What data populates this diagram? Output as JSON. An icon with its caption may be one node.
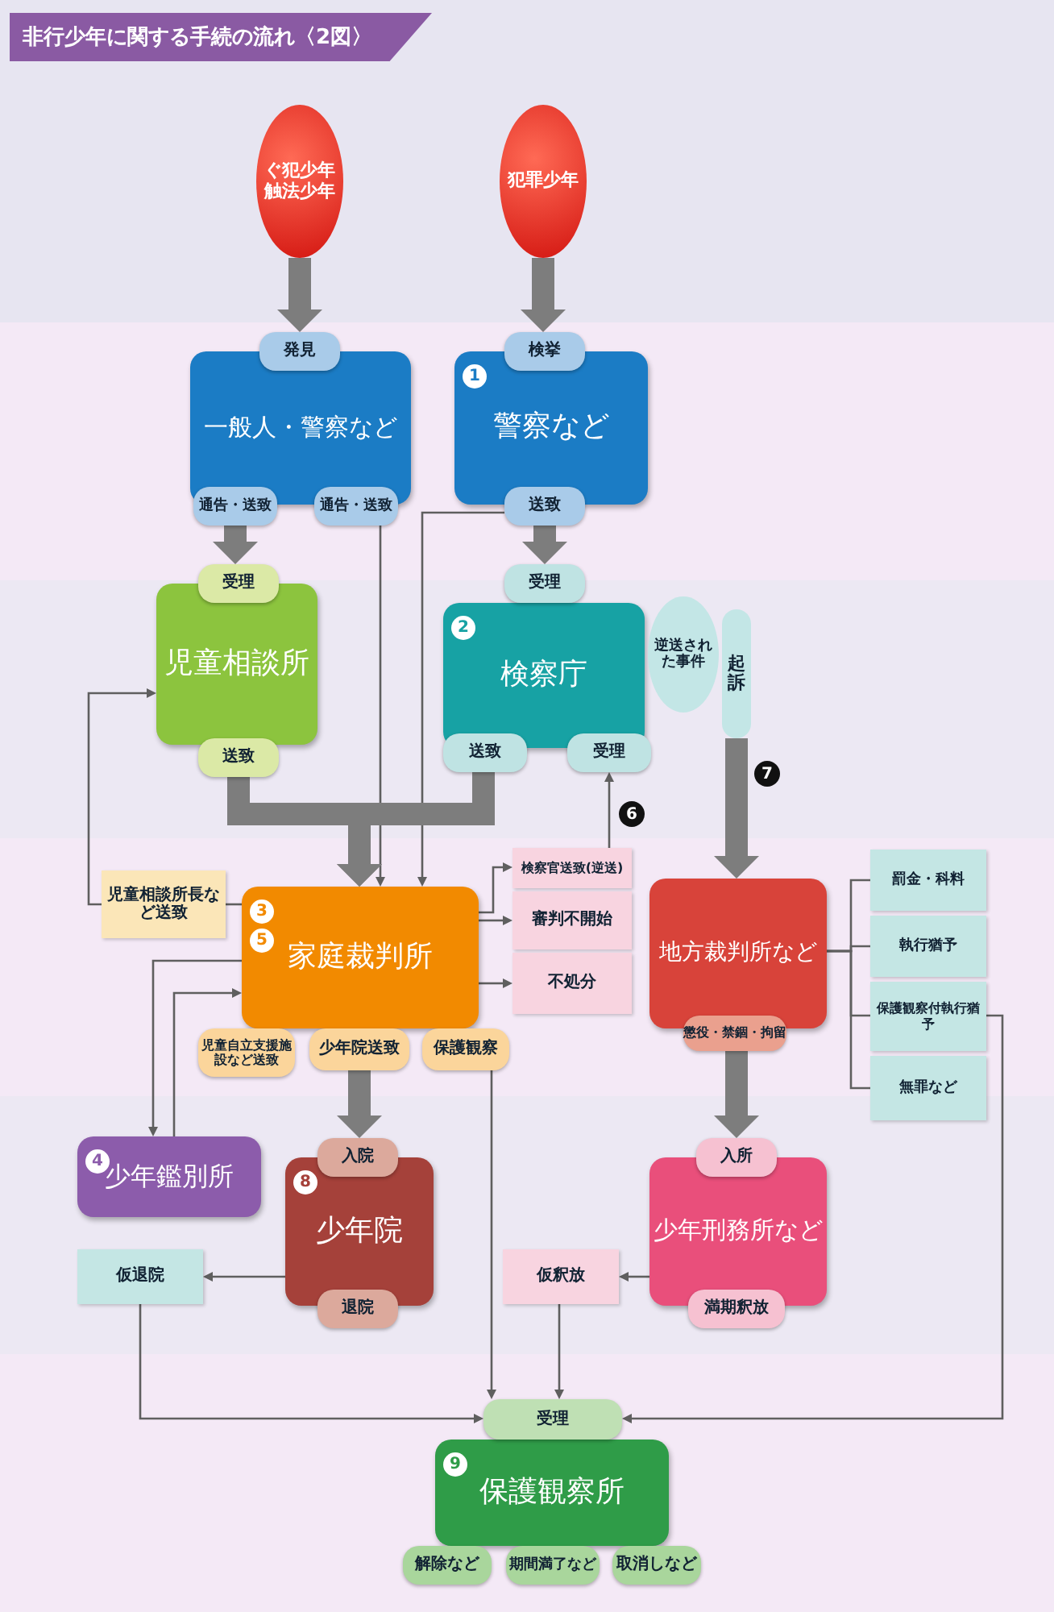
{
  "diagram": {
    "title": "非行少年に関する手続の流れ〈2図〉",
    "nodes": [
      {
        "text": [
          "ぐ犯少年",
          "触法少年"
        ]
      },
      {
        "text": [
          "犯罪少年"
        ]
      },
      {
        "text": [
          "発見"
        ]
      },
      {
        "text": [
          "一般人・警察など"
        ]
      },
      {
        "text": [
          "通告・送致"
        ]
      },
      {
        "text": [
          "通告・送致"
        ]
      },
      {
        "text": [
          "検挙"
        ]
      },
      {
        "text": [
          "1",
          "警察など"
        ]
      },
      {
        "text": [
          "送致"
        ]
      },
      {
        "text": [
          "受理"
        ]
      },
      {
        "text": [
          "児童相談所"
        ]
      },
      {
        "text": [
          "送致"
        ]
      },
      {
        "text": [
          "受理"
        ]
      },
      {
        "text": [
          "2",
          "検察庁"
        ]
      },
      {
        "text": [
          "送致"
        ]
      },
      {
        "text": [
          "受理"
        ]
      },
      {
        "text": [
          "逆送された事件"
        ]
      },
      {
        "text": [
          "起訴"
        ]
      },
      {
        "text": [
          "児童相談所長など送致"
        ]
      },
      {
        "text": [
          "3",
          "5",
          "家庭裁判所"
        ]
      },
      {
        "text": [
          "児童自立支援施設など送致"
        ]
      },
      {
        "text": [
          "少年院送致"
        ]
      },
      {
        "text": [
          "保護観察"
        ]
      },
      {
        "text": [
          "検察官送致(逆送)"
        ]
      },
      {
        "text": [
          "審判不開始"
        ]
      },
      {
        "text": [
          "不処分"
        ]
      },
      {
        "text": [
          "地方裁判所など"
        ]
      },
      {
        "text": [
          "懲役・禁錮・拘留"
        ]
      },
      {
        "text": [
          "罰金・科料"
        ]
      },
      {
        "text": [
          "執行猶予"
        ]
      },
      {
        "text": [
          "保護観察付執行猶予"
        ]
      },
      {
        "text": [
          "無罪など"
        ]
      },
      {
        "text": [
          "4",
          "少年鑑別所"
        ]
      },
      {
        "text": [
          "入院"
        ]
      },
      {
        "text": [
          "8",
          "少年院"
        ]
      },
      {
        "text": [
          "退院"
        ]
      },
      {
        "text": [
          "仮退院"
        ]
      },
      {
        "text": [
          "入所"
        ]
      },
      {
        "text": [
          "少年刑務所など"
        ]
      },
      {
        "text": [
          "満期釈放"
        ]
      },
      {
        "text": [
          "仮釈放"
        ]
      },
      {
        "text": [
          "受理"
        ]
      },
      {
        "text": [
          "9",
          "保護観察所"
        ]
      },
      {
        "text": [
          "解除など"
        ]
      },
      {
        "text": [
          "期間満了など"
        ]
      },
      {
        "text": [
          "取消しなど"
        ]
      }
    ],
    "edges": [
      {
        "from": 0,
        "to": 2,
        "arrow": "to",
        "style": "thick"
      },
      {
        "from": 1,
        "to": 6,
        "arrow": "to",
        "style": "thick"
      },
      {
        "from": 4,
        "to": 9,
        "arrow": "to",
        "style": "thick"
      },
      {
        "from": 8,
        "to": 12,
        "arrow": "to",
        "style": "thick"
      },
      {
        "from": 5,
        "to": 19,
        "arrow": "to"
      },
      {
        "from": 8,
        "to": 19,
        "arrow": "to"
      },
      {
        "from": 11,
        "to": 19,
        "arrow": "to",
        "style": "thick"
      },
      {
        "from": 14,
        "to": 19,
        "arrow": "to",
        "style": "thick"
      },
      {
        "from": 17,
        "to": 26,
        "arrow": "to",
        "style": "thick",
        "label": "7"
      },
      {
        "from": 23,
        "to": 15,
        "arrow": "to",
        "label": "6"
      },
      {
        "from": 19,
        "to": 23,
        "arrow": "to"
      },
      {
        "from": 19,
        "to": 24,
        "arrow": "to"
      },
      {
        "from": 19,
        "to": 25,
        "arrow": "to"
      },
      {
        "from": 19,
        "to": 18,
        "arrow": "none"
      },
      {
        "from": 18,
        "to": 10,
        "arrow": "to"
      },
      {
        "from": 19,
        "to": 32,
        "arrow": "to"
      },
      {
        "from": 32,
        "to": 19,
        "arrow": "to"
      },
      {
        "from": 21,
        "to": 33,
        "arrow": "to",
        "style": "thick"
      },
      {
        "from": 27,
        "to": 37,
        "arrow": "to",
        "style": "thick"
      },
      {
        "from": 26,
        "to": 28,
        "arrow": "none"
      },
      {
        "from": 26,
        "to": 29,
        "arrow": "none"
      },
      {
        "from": 26,
        "to": 30,
        "arrow": "none"
      },
      {
        "from": 26,
        "to": 31,
        "arrow": "none"
      },
      {
        "from": 34,
        "to": 36,
        "arrow": "to"
      },
      {
        "from": 38,
        "to": 40,
        "arrow": "to"
      },
      {
        "from": 36,
        "to": 41,
        "arrow": "to"
      },
      {
        "from": 22,
        "to": 41,
        "arrow": "to"
      },
      {
        "from": 40,
        "to": 41,
        "arrow": "to"
      },
      {
        "from": 30,
        "to": 41,
        "arrow": "to"
      }
    ]
  }
}
